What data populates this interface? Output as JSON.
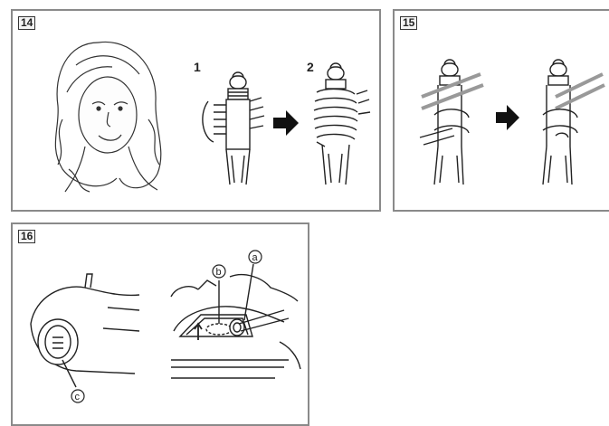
{
  "panels": {
    "p14": {
      "number": "14",
      "steps": [
        "1",
        "2"
      ]
    },
    "p15": {
      "number": "15"
    },
    "p16": {
      "number": "16",
      "callouts": [
        "a",
        "b",
        "c"
      ]
    }
  },
  "colors": {
    "line": "#222222",
    "frame": "#8a8a8a",
    "shade": "#cfcfcf"
  }
}
